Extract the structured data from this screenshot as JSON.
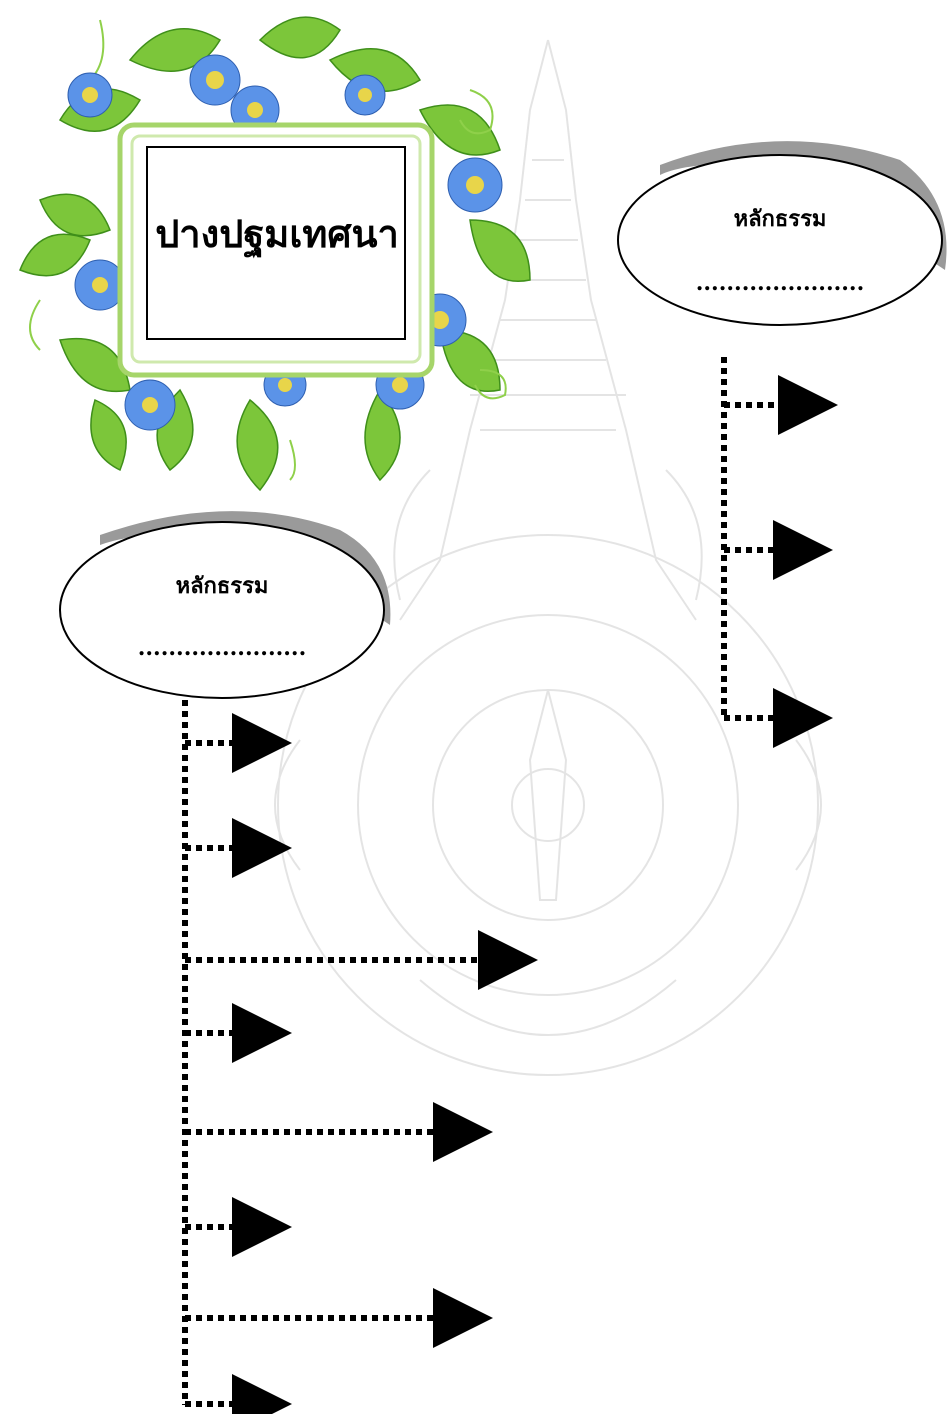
{
  "title": "ปางปฐมเทศนา",
  "bubbles": [
    {
      "heading": "หลักธรรม",
      "blank": "......................"
    },
    {
      "heading": "หลักธรรม",
      "blank": "......................"
    }
  ],
  "colors": {
    "ink": "#000000",
    "leaf": "#6dbb2e",
    "leaf_dark": "#3f8f1a",
    "flower": "#5b93e8",
    "flower_center": "#e8d54a",
    "watermark": "#d6d6d6",
    "shadow": "#9a9a9a"
  },
  "icons": [
    "flower-frame-icon",
    "university-seal-icon",
    "arrow-right-icon"
  ]
}
